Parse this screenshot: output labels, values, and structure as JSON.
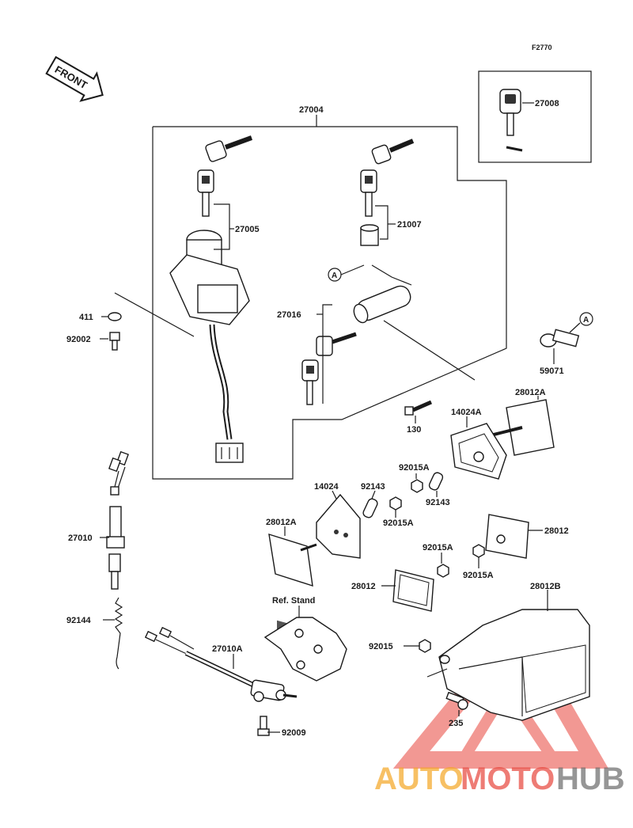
{
  "figure_code": "F2770",
  "front_label": "FRONT",
  "callout_a": "A",
  "ref_stand": "Ref. Stand",
  "parts": {
    "p27004": "27004",
    "p27008": "27008",
    "p27005": "27005",
    "p21007": "21007",
    "p27016": "27016",
    "p411": "411",
    "p92002": "92002",
    "p59071": "59071",
    "p28012A_top": "28012A",
    "p130": "130",
    "p14024A": "14024A",
    "p92015A_1": "92015A",
    "p92143_1": "92143",
    "p92143_2": "92143",
    "p92015A_2": "92015A",
    "p14024": "14024",
    "p28012A_left": "28012A",
    "p28012_right": "28012",
    "p92015A_3": "92015A",
    "p92015A_4": "92015A",
    "p28012_mid": "28012",
    "p27010": "27010",
    "p28012B": "28012B",
    "p92144": "92144",
    "p27010A": "27010A",
    "p92015": "92015",
    "p235": "235",
    "p92009": "92009"
  },
  "watermark": {
    "auto": "AUTO",
    "moto": "MOTO",
    "hub": "HUB"
  },
  "colors": {
    "watermark_orange": "#f5a623",
    "watermark_red": "#e8453c",
    "watermark_gray": "#6b6b6b"
  }
}
